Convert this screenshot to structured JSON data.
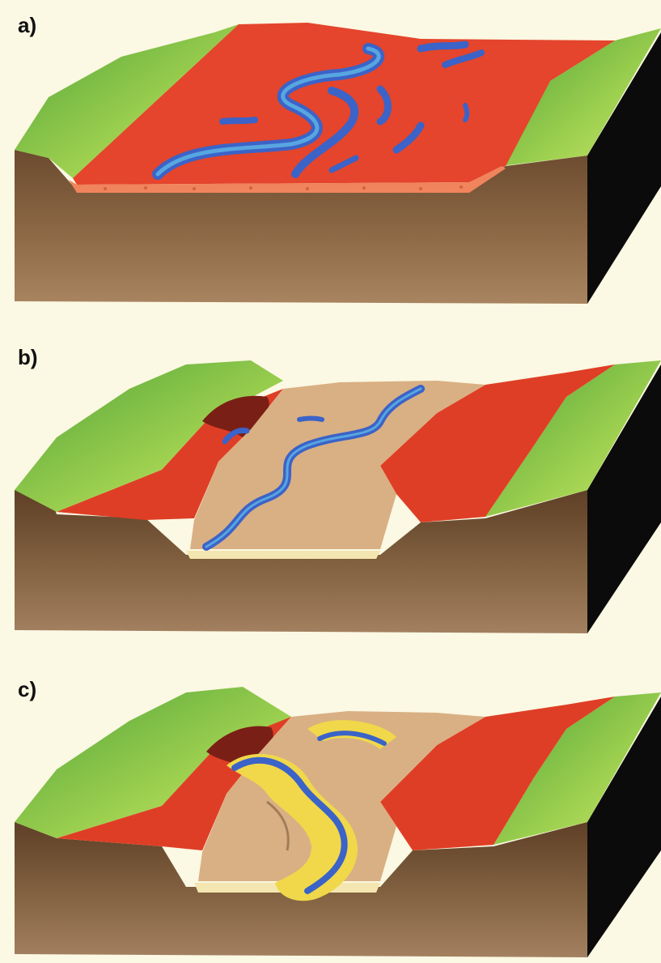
{
  "panels": [
    {
      "label": "a)"
    },
    {
      "label": "b)"
    },
    {
      "label": "c)"
    }
  ],
  "colors": {
    "background": "#fbf8e3",
    "grass": "#7cc13a",
    "grass_light": "#b7dd5c",
    "terrace": "#e2452a",
    "floodplain": "#d9b083",
    "river": "#3b63c8",
    "river_light": "#58a6e0",
    "sand": "#f0d84a",
    "soil_front": "#7a5636",
    "soil_side": "#0b0b0b"
  }
}
